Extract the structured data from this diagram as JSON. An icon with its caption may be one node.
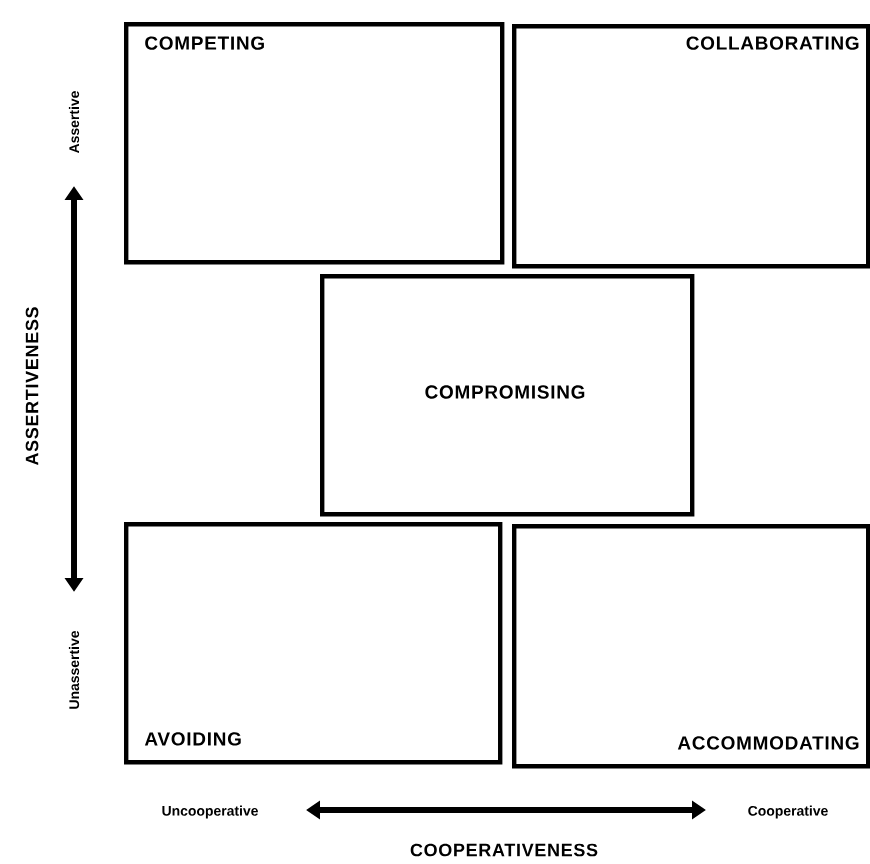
{
  "diagram": {
    "nodes": [
      {
        "text": [
          "COMPETING"
        ]
      },
      {
        "text": [
          "COLLABORATING"
        ]
      },
      {
        "text": [
          "COMPROMISING"
        ]
      },
      {
        "text": [
          "AVOIDING"
        ]
      },
      {
        "text": [
          "ACCOMMODATING"
        ]
      }
    ],
    "labels": [
      "Assertive",
      "ASSERTIVENESS",
      "Unassertive",
      "Uncooperative",
      "Cooperative",
      "COOPERATIVENESS"
    ]
  }
}
